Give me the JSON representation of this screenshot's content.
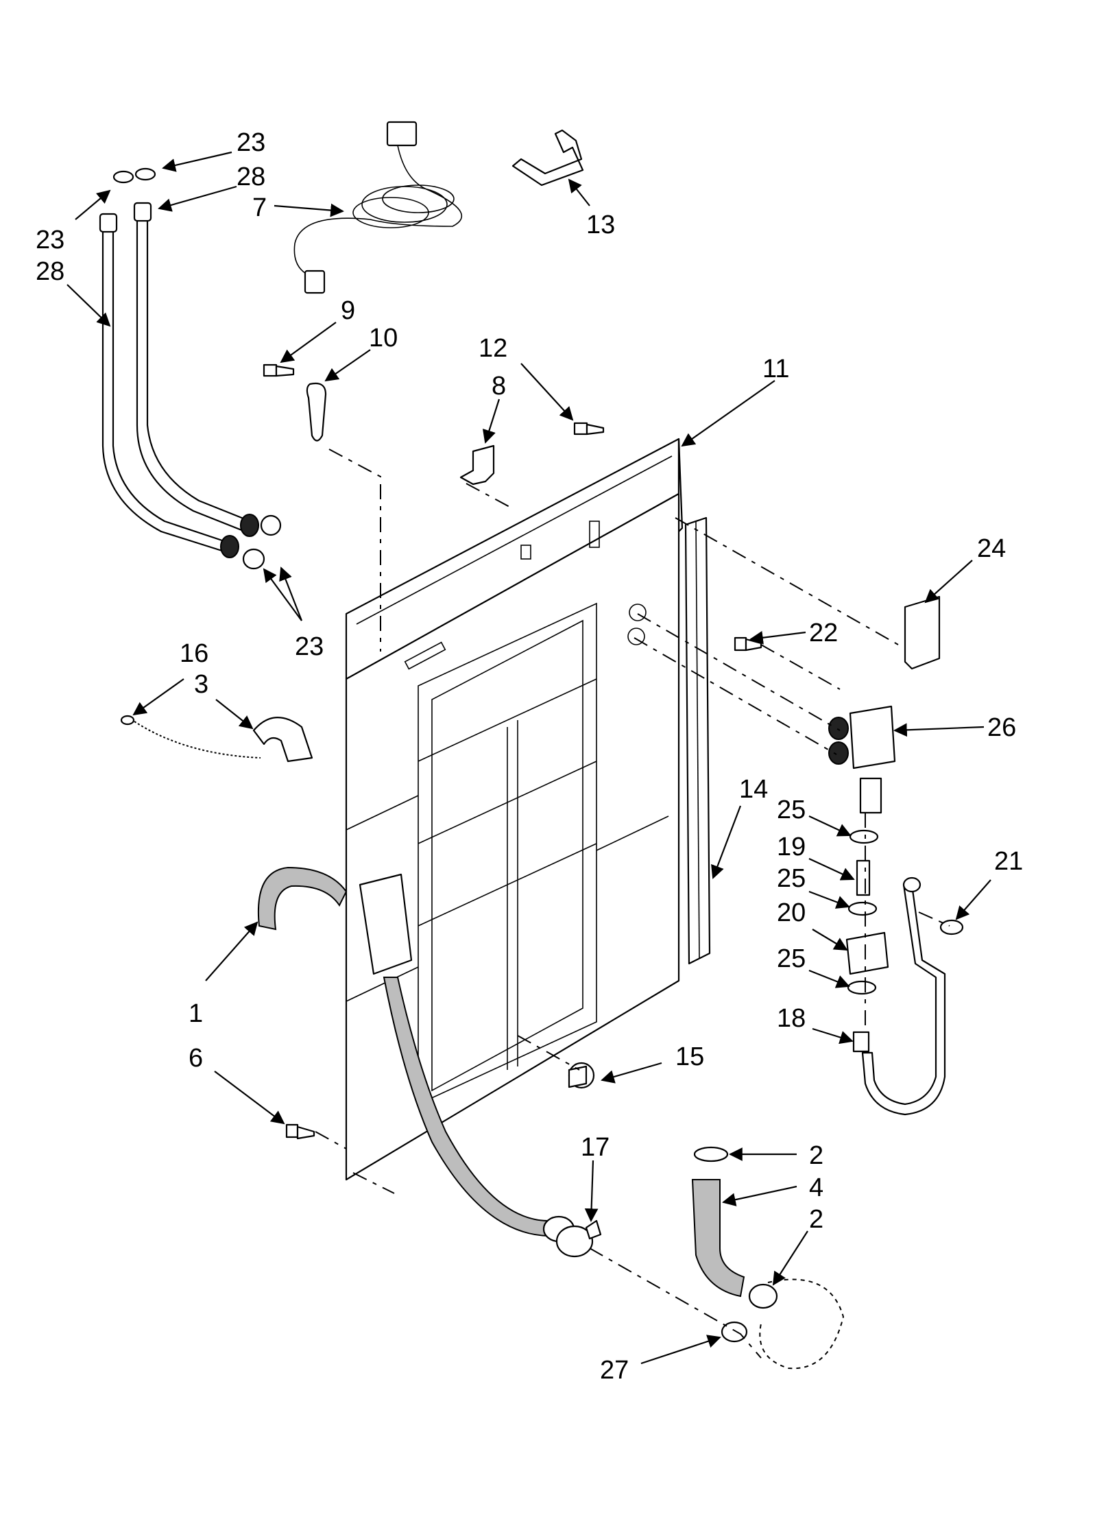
{
  "callouts": [
    {
      "id": "c-23-a",
      "label": "23"
    },
    {
      "id": "c-28-a",
      "label": "28"
    },
    {
      "id": "c-23-b",
      "label": "23"
    },
    {
      "id": "c-28-b",
      "label": "28"
    },
    {
      "id": "c-7",
      "label": "7"
    },
    {
      "id": "c-13",
      "label": "13"
    },
    {
      "id": "c-9",
      "label": "9"
    },
    {
      "id": "c-10",
      "label": "10"
    },
    {
      "id": "c-12",
      "label": "12"
    },
    {
      "id": "c-8",
      "label": "8"
    },
    {
      "id": "c-11",
      "label": "11"
    },
    {
      "id": "c-23-c",
      "label": "23"
    },
    {
      "id": "c-24",
      "label": "24"
    },
    {
      "id": "c-22",
      "label": "22"
    },
    {
      "id": "c-16",
      "label": "16"
    },
    {
      "id": "c-3",
      "label": "3"
    },
    {
      "id": "c-26",
      "label": "26"
    },
    {
      "id": "c-14",
      "label": "14"
    },
    {
      "id": "c-25-a",
      "label": "25"
    },
    {
      "id": "c-19",
      "label": "19"
    },
    {
      "id": "c-21",
      "label": "21"
    },
    {
      "id": "c-25-b",
      "label": "25"
    },
    {
      "id": "c-20",
      "label": "20"
    },
    {
      "id": "c-1",
      "label": "1"
    },
    {
      "id": "c-25-c",
      "label": "25"
    },
    {
      "id": "c-18",
      "label": "18"
    },
    {
      "id": "c-6",
      "label": "6"
    },
    {
      "id": "c-15",
      "label": "15"
    },
    {
      "id": "c-17",
      "label": "17"
    },
    {
      "id": "c-2-a",
      "label": "2"
    },
    {
      "id": "c-4",
      "label": "4"
    },
    {
      "id": "c-2-b",
      "label": "2"
    },
    {
      "id": "c-27",
      "label": "27"
    }
  ]
}
